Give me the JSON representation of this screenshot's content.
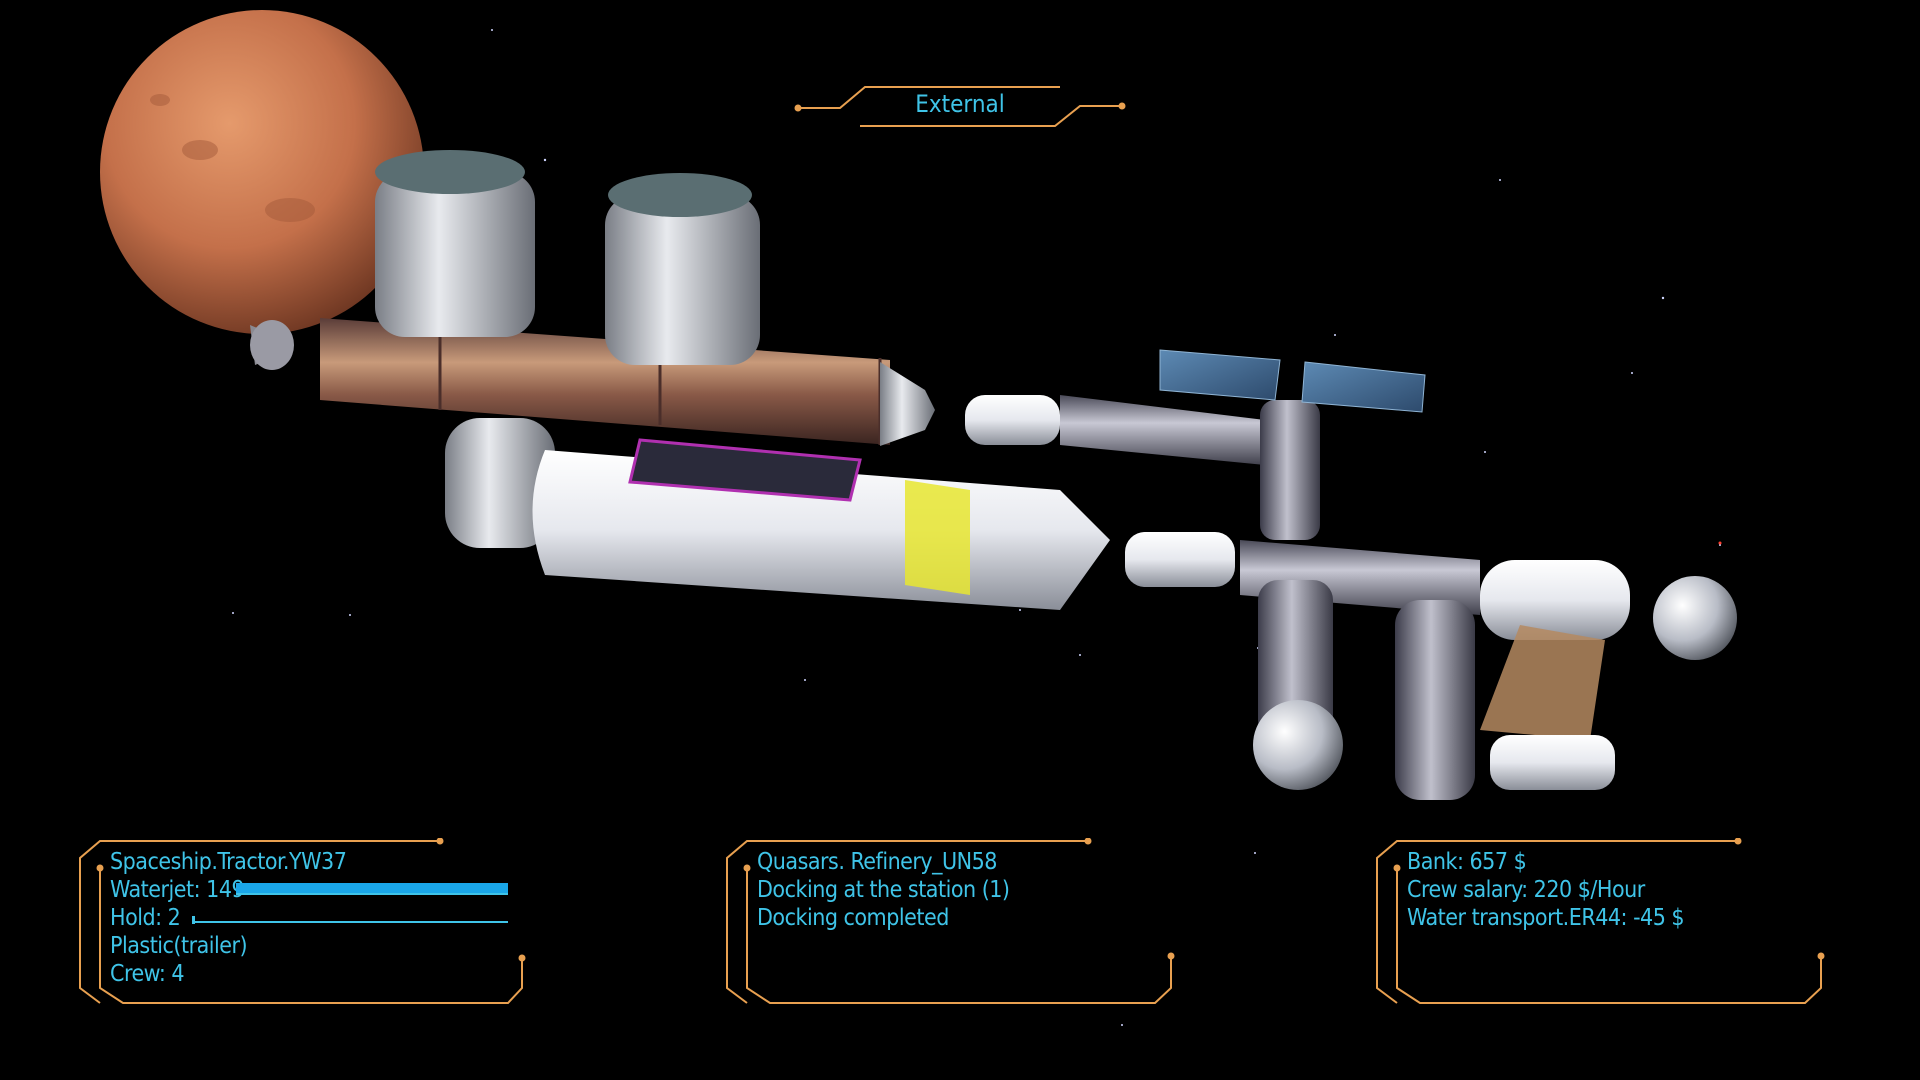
{
  "view_mode": {
    "label": "External"
  },
  "hud": {
    "ship_panel": {
      "ship_name": "Spaceship.Tractor.YW37",
      "waterjet_label": "Waterjet: 149",
      "waterjet_fill": 1.0,
      "hold_label": "Hold: 2",
      "hold_fill": 0.01,
      "cargo": "Plastic(trailer)",
      "crew": "Crew: 4"
    },
    "status_panel": {
      "station": "Quasars. Refinery_UN58",
      "message_1": "Docking at the station (1)",
      "message_2": "Docking completed"
    },
    "finance_panel": {
      "bank": "Bank: 657 $",
      "salary": "Crew salary: 220 $/Hour",
      "transport": "Water transport.ER44: -45 $"
    }
  },
  "colors": {
    "hud_text": "#3fc4e8",
    "hud_frame": "#e8a050",
    "bar_fill": "#1aa6e8",
    "space": "#000000",
    "planet": "#c8744a"
  }
}
